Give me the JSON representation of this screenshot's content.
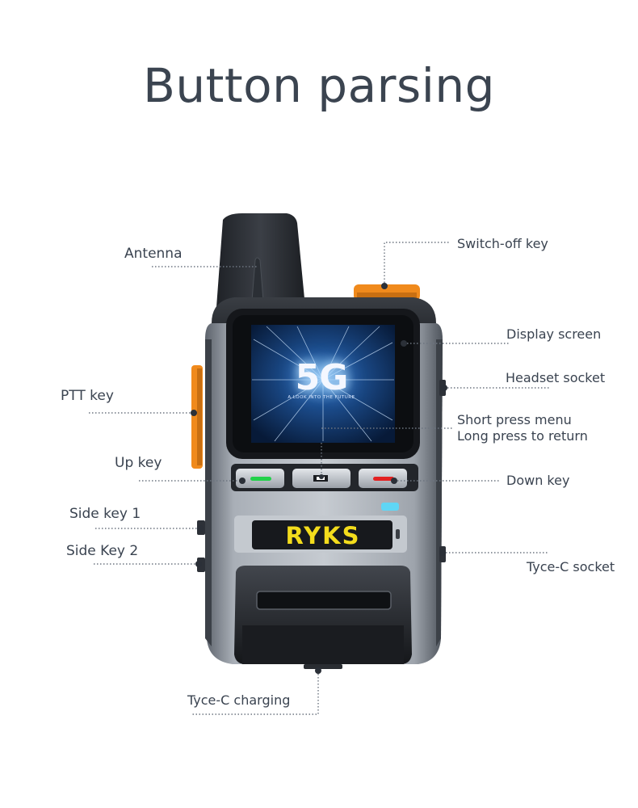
{
  "title": "Button parsing",
  "labels": {
    "antenna": "Antenna",
    "switch_off": "Switch-off key",
    "display_screen": "Display screen",
    "headset_socket": "Headset socket",
    "ptt_key": "PTT key",
    "short_press": "Short press menu",
    "long_press": "Long press to return",
    "up_key": "Up key",
    "down_key": "Down key",
    "side_key_1": "Side key 1",
    "side_key_2": "Side Key 2",
    "tyce_c_socket": "Tyce-C socket",
    "tyce_c_charging": "Tyce-C charging"
  },
  "screen": {
    "big_text": "5G",
    "tagline": "A LOOK INTO THE FUTURE"
  },
  "brand": "RYKS",
  "colors": {
    "accent_orange": "#f08a1c",
    "brand_yellow": "#f3dc1c",
    "up_led_green": "#22d14a",
    "down_led_red": "#e32222",
    "indicator_cyan": "#5fd6f5",
    "body_gray": "#8f96a0"
  },
  "icons": {
    "menu_key": "menu-key-icon",
    "up_led": "green-led-icon",
    "down_led": "red-led-icon"
  }
}
